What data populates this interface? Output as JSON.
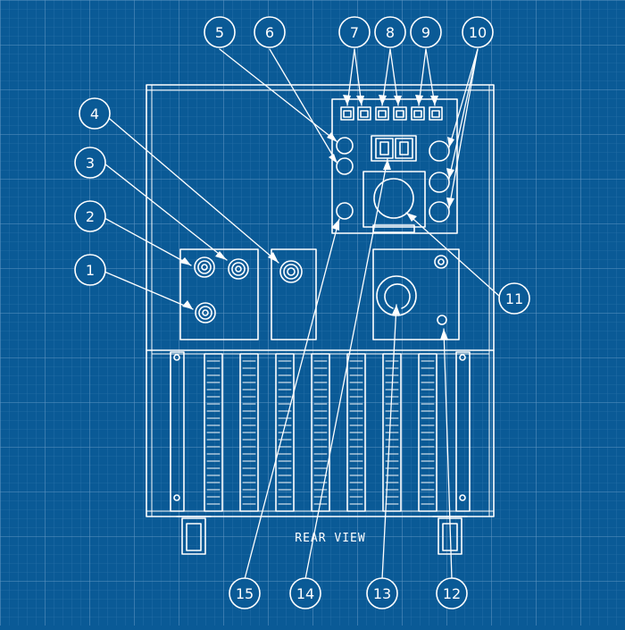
{
  "caption": "REAR VIEW",
  "callouts": [
    "1",
    "2",
    "3",
    "4",
    "5",
    "6",
    "7",
    "8",
    "9",
    "10",
    "11",
    "12",
    "13",
    "14",
    "15"
  ],
  "colors": {
    "background": "#0a5a96",
    "grid": "#5f95c2",
    "line": "#ffffff"
  }
}
